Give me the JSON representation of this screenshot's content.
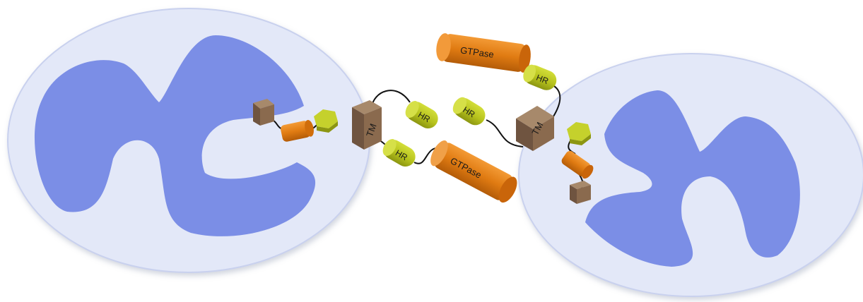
{
  "labels": {
    "tm_left": "TM",
    "tm_right": "TM",
    "hr_left_upper": "HR",
    "hr_left_lower": "HR",
    "hr_right_upper": "HR",
    "hr_right_middle": "HR",
    "gtpase_left": "GTPase",
    "gtpase_right": "GTPase"
  },
  "colors": {
    "cell": "#e3e8f8",
    "cell_edge": "#c8d0ec",
    "organelle": "#7b8ee6",
    "tm_box": "#8a6a4e",
    "hr": "#b6c21c",
    "gtpase": "#e07b12"
  }
}
